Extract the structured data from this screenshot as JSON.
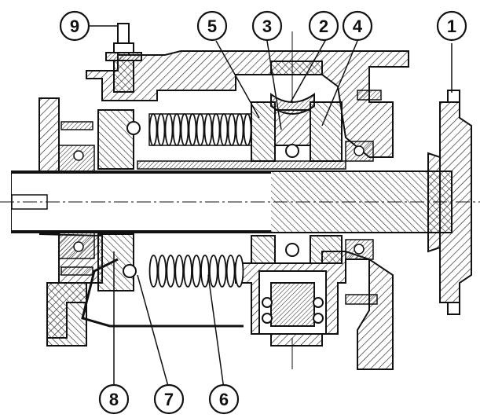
{
  "colors": {
    "background": "#ffffff",
    "outline": "#111111",
    "hatch": "#222222",
    "shaft_fill": "#ffffff",
    "dark_part": "#2a2a2a"
  },
  "callouts": [
    {
      "id": "c1",
      "label": "1"
    },
    {
      "id": "c2",
      "label": "2"
    },
    {
      "id": "c3",
      "label": "3"
    },
    {
      "id": "c4",
      "label": "4"
    },
    {
      "id": "c5",
      "label": "5"
    },
    {
      "id": "c6",
      "label": "6"
    },
    {
      "id": "c7",
      "label": "7"
    },
    {
      "id": "c8",
      "label": "8"
    },
    {
      "id": "c9",
      "label": "9"
    }
  ]
}
